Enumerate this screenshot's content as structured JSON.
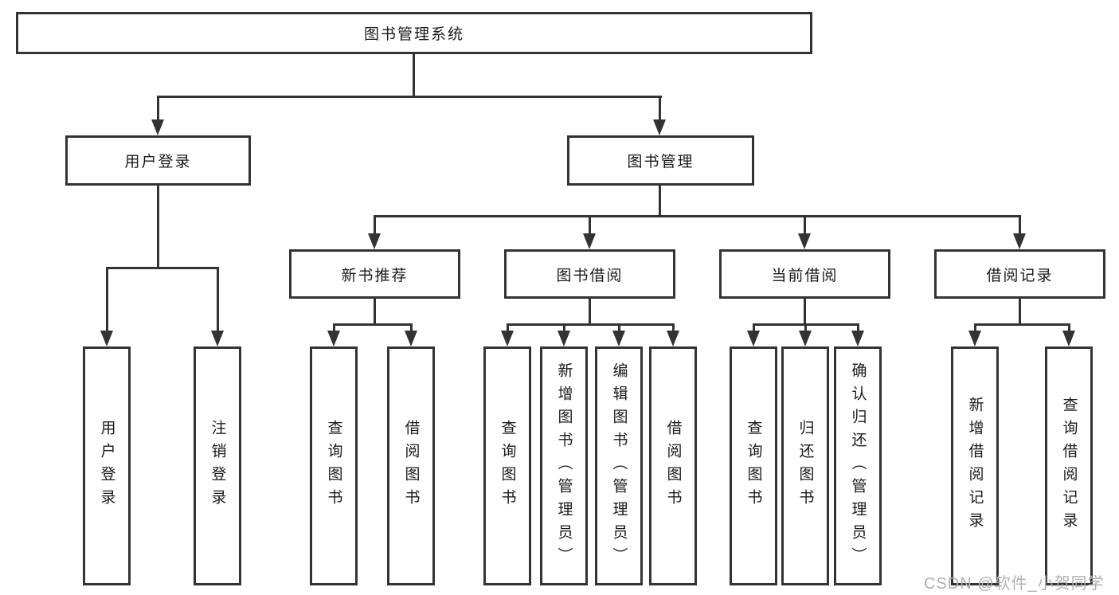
{
  "diagram": {
    "title": "图书管理系统",
    "root": {
      "label": "图书管理系统"
    },
    "level1": [
      {
        "label": "用户登录"
      },
      {
        "label": "图书管理"
      }
    ],
    "level2": [
      {
        "label": "新书推荐"
      },
      {
        "label": "图书借阅"
      },
      {
        "label": "当前借阅"
      },
      {
        "label": "借阅记录"
      }
    ],
    "leaves": {
      "user_login": [
        "用户登录",
        "注销登录"
      ],
      "new_book_recommend": [
        "查询图书",
        "借阅图书"
      ],
      "book_borrow": [
        "查询图书",
        "新增图书（管理员）",
        "编辑图书（管理员）",
        "借阅图书"
      ],
      "current_borrow": [
        "查询图书",
        "归还图书",
        "确认归还（管理员）"
      ],
      "borrow_records": [
        "新增借阅记录",
        "查询借阅记录"
      ]
    }
  },
  "watermark": "CSDN @软件_小贺同学",
  "colors": {
    "line": "#333333",
    "text": "#1a1a1a",
    "watermark": "#b0b0b0",
    "background": "#ffffff"
  }
}
